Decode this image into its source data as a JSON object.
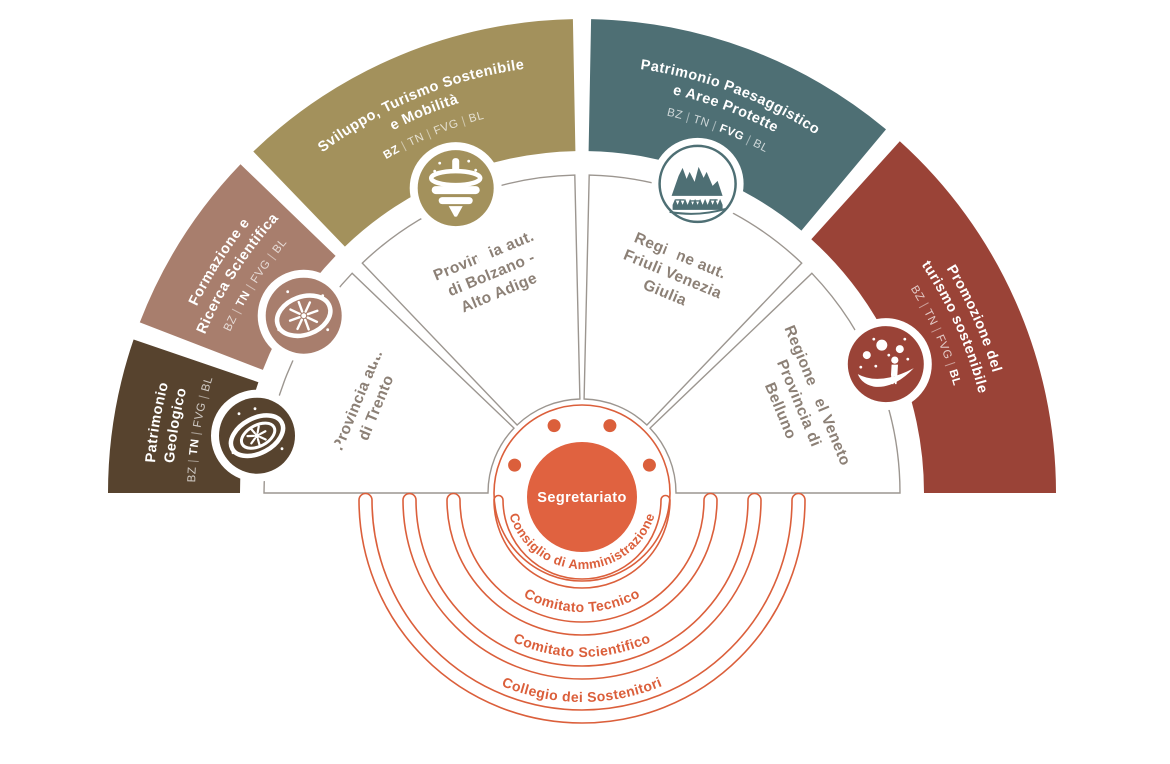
{
  "diagram": {
    "colors": {
      "accent_orange": "#DB5F3B",
      "center_fill": "#E06240",
      "line_gray": "#9C9690",
      "sector_text_gray": "#8C8076",
      "background": "#FFFFFF"
    },
    "province_separator": " | ",
    "outer_segments": [
      {
        "id": "patrimonio-geologico",
        "color": "#57432E",
        "title_lines": [
          "Patrimonio",
          "Geologico"
        ],
        "provinces": [
          "BZ",
          "TN",
          "FVG",
          "BL"
        ],
        "bold_province": "TN",
        "icon": "ammonite-fossil-icon"
      },
      {
        "id": "formazione-ricerca-scientifica",
        "color": "#A87E6D",
        "title_lines": [
          "Formazione e",
          "Ricerca Scientifica"
        ],
        "provinces": [
          "BZ",
          "TN",
          "FVG",
          "BL"
        ],
        "bold_province": "TN",
        "icon": "sea-urchin-fossil-icon"
      },
      {
        "id": "sviluppo-turismo-mobilita",
        "color": "#A3915C",
        "title_lines": [
          "Sviluppo, Turismo Sostenibile",
          "e Mobilità"
        ],
        "provinces": [
          "BZ",
          "TN",
          "FVG",
          "BL"
        ],
        "bold_province": "BZ",
        "icon": "spinning-top-icon"
      },
      {
        "id": "patrimonio-paesaggistico-aree-protette",
        "color": "#4E6F74",
        "title_lines": [
          "Patrimonio Paesaggistico",
          "e Aree Protette"
        ],
        "provinces": [
          "BZ",
          "TN",
          "FVG",
          "BL"
        ],
        "bold_province": "FVG",
        "icon": "mountains-icon"
      },
      {
        "id": "promozione-turismo-sostenibile",
        "color": "#9A4337",
        "title_lines": [
          "Promozione del",
          "turismo sostenibile"
        ],
        "provinces": [
          "BZ",
          "TN",
          "FVG",
          "BL"
        ],
        "bold_province": "BL",
        "icon": "stargazer-icon"
      }
    ],
    "inner_sectors": [
      {
        "id": "provincia-trento",
        "title_lines": [
          "Provincia aut.",
          "di Trento"
        ]
      },
      {
        "id": "provincia-bolzano",
        "title_lines": [
          "Provincia aut.",
          "di Bolzano -",
          "Alto Adige"
        ]
      },
      {
        "id": "regione-friuli",
        "title_lines": [
          "Regione aut.",
          "Friuli Venezia",
          "Giulia"
        ]
      },
      {
        "id": "regione-veneto",
        "title_lines": [
          "Regione del Veneto",
          "Provincia di",
          "Belluno"
        ]
      }
    ],
    "center": {
      "label": "Segretariato"
    },
    "org_rings": [
      {
        "label": "Consiglio di Amministrazione"
      },
      {
        "label": "Comitato Tecnico"
      },
      {
        "label": "Comitato Scientifico"
      },
      {
        "label": "Collegio dei Sostenitori"
      }
    ]
  }
}
